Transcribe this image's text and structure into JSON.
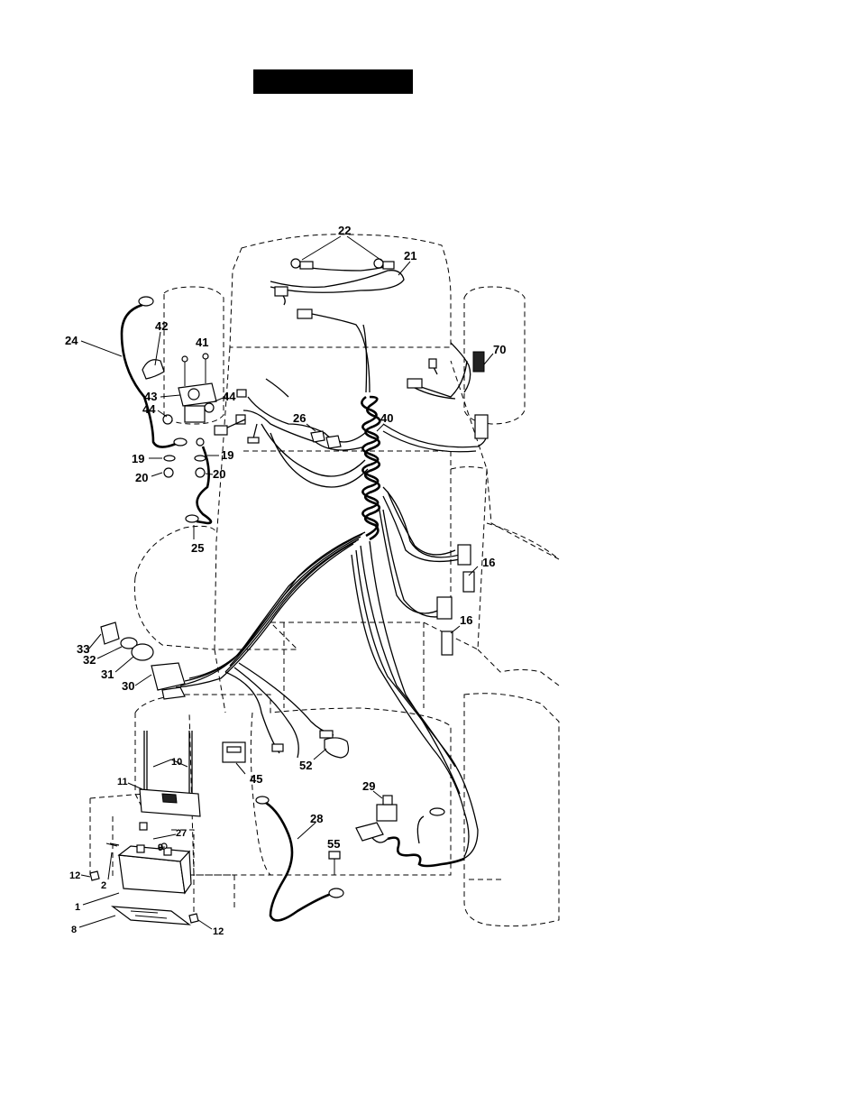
{
  "header": {
    "title_bar": ""
  },
  "labels": [
    {
      "id": "22",
      "text": "22"
    },
    {
      "id": "21",
      "text": "21"
    },
    {
      "id": "70",
      "text": "70"
    },
    {
      "id": "24",
      "text": "24"
    },
    {
      "id": "42",
      "text": "42"
    },
    {
      "id": "41",
      "text": "41"
    },
    {
      "id": "43",
      "text": "43"
    },
    {
      "id": "44a",
      "text": "44"
    },
    {
      "id": "44b",
      "text": "44"
    },
    {
      "id": "26",
      "text": "26"
    },
    {
      "id": "40",
      "text": "40"
    },
    {
      "id": "19a",
      "text": "19"
    },
    {
      "id": "19b",
      "text": "19"
    },
    {
      "id": "20a",
      "text": "20"
    },
    {
      "id": "20b",
      "text": "20"
    },
    {
      "id": "25",
      "text": "25"
    },
    {
      "id": "16a",
      "text": "16"
    },
    {
      "id": "16b",
      "text": "16"
    },
    {
      "id": "33",
      "text": "33"
    },
    {
      "id": "32",
      "text": "32"
    },
    {
      "id": "31",
      "text": "31"
    },
    {
      "id": "30",
      "text": "30"
    },
    {
      "id": "10",
      "text": "10"
    },
    {
      "id": "11",
      "text": "11"
    },
    {
      "id": "45",
      "text": "45"
    },
    {
      "id": "52",
      "text": "52"
    },
    {
      "id": "29",
      "text": "29"
    },
    {
      "id": "28",
      "text": "28"
    },
    {
      "id": "27",
      "text": "27"
    },
    {
      "id": "9",
      "text": "9"
    },
    {
      "id": "55",
      "text": "55"
    },
    {
      "id": "12a",
      "text": "12"
    },
    {
      "id": "12b",
      "text": "12"
    },
    {
      "id": "2",
      "text": "2"
    },
    {
      "id": "1",
      "text": "1"
    },
    {
      "id": "8",
      "text": "8"
    }
  ]
}
